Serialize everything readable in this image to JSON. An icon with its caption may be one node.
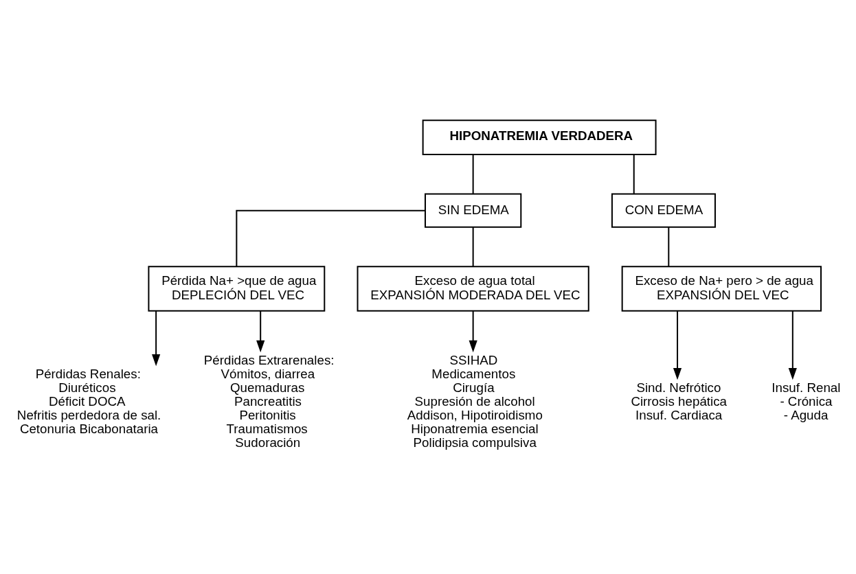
{
  "diagram": {
    "nodes": [
      {
        "text": [
          "HIPONATREMIA VERDADERA"
        ]
      },
      {
        "text": [
          "SIN EDEMA"
        ]
      },
      {
        "text": [
          "CON EDEMA"
        ]
      },
      {
        "text": [
          "Pérdida Na+ >que de agua",
          "DEPLECIÓN DEL VEC"
        ]
      },
      {
        "text": [
          "Exceso de agua total",
          "EXPANSIÓN MODERADA DEL VEC"
        ]
      },
      {
        "text": [
          "Exceso de Na+ pero > de agua",
          "EXPANSIÓN DEL VEC"
        ]
      },
      {
        "text": [
          "Pérdidas Renales:",
          "Diuréticos",
          "Déficit DOCA",
          "Nefritis perdedora de sal.",
          "Cetonuria Bicabonataria"
        ]
      },
      {
        "text": [
          "Pérdidas Extrarenales:",
          "Vómitos, diarrea",
          "Quemaduras",
          "Pancreatitis",
          "Peritonitis",
          "Traumatismos",
          "Sudoración"
        ]
      },
      {
        "text": [
          "SSIHAD",
          "Medicamentos",
          "Cirugía",
          "Supresión de alcohol",
          "Addison, Hipotiroidismo",
          "Hiponatremia esencial",
          "Polidipsia compulsiva"
        ]
      },
      {
        "text": [
          "Sind. Nefrótico",
          "Cirrosis hepática",
          "Insuf. Cardiaca"
        ]
      },
      {
        "text": [
          "Insuf. Renal",
          "- Crónica",
          "- Aguda"
        ]
      }
    ],
    "edges": [
      {
        "from": 0,
        "to": 1,
        "arrow": "none"
      },
      {
        "from": 0,
        "to": 2,
        "arrow": "none"
      },
      {
        "from": 1,
        "to": 3,
        "arrow": "none"
      },
      {
        "from": 1,
        "to": 4,
        "arrow": "none"
      },
      {
        "from": 2,
        "to": 5,
        "arrow": "none"
      },
      {
        "from": 3,
        "to": 6,
        "arrow": "to"
      },
      {
        "from": 3,
        "to": 7,
        "arrow": "to"
      },
      {
        "from": 4,
        "to": 8,
        "arrow": "to"
      },
      {
        "from": 5,
        "to": 9,
        "arrow": "to"
      },
      {
        "from": 5,
        "to": 10,
        "arrow": "to"
      }
    ]
  }
}
